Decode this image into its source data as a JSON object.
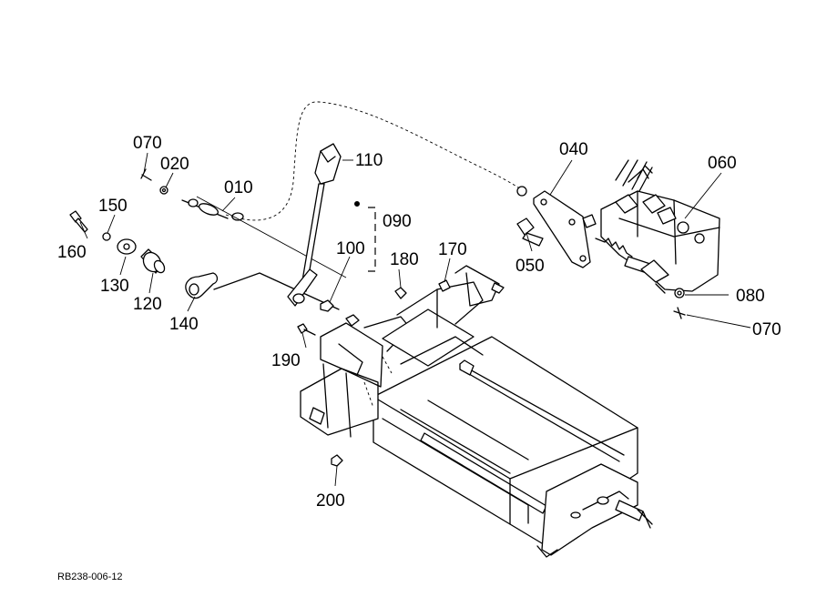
{
  "figure_code": "RB238-006-12",
  "callouts": {
    "p010": "010",
    "p020": "020",
    "p040": "040",
    "p050": "050",
    "p060": "060",
    "p070_left": "070",
    "p070_right": "070",
    "p080": "080",
    "p090": "090",
    "p100": "100",
    "p110": "110",
    "p120": "120",
    "p130": "130",
    "p140": "140",
    "p150": "150",
    "p160": "160",
    "p170": "170",
    "p180": "180",
    "p190": "190",
    "p200": "200"
  }
}
